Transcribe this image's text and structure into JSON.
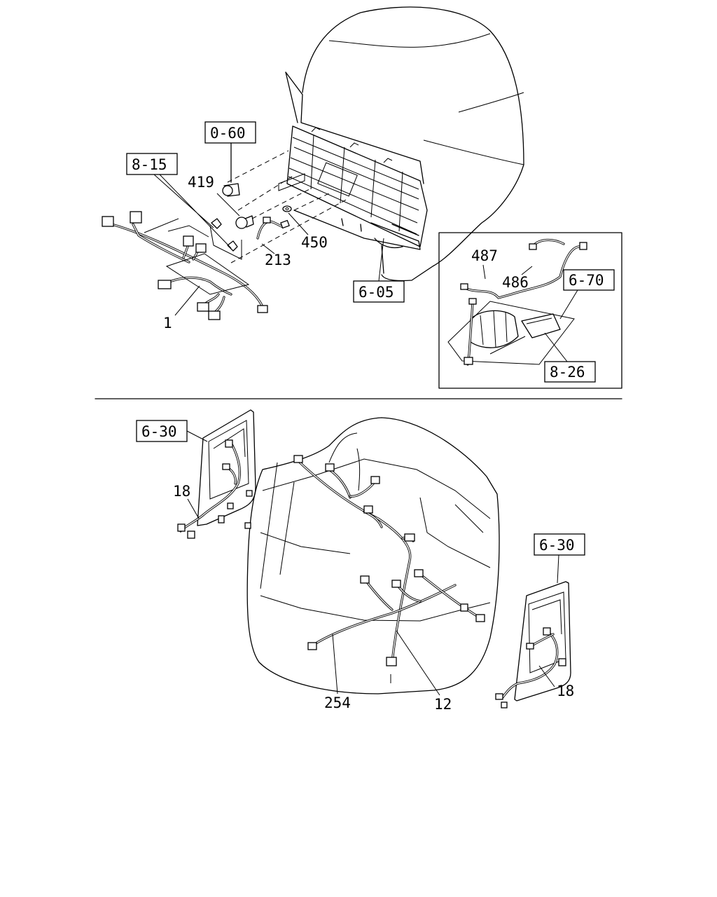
{
  "diagram": {
    "section_refs": [
      {
        "id": "ref-0-60",
        "label": "0-60"
      },
      {
        "id": "ref-8-15",
        "label": "8-15"
      },
      {
        "id": "ref-6-05",
        "label": "6-05"
      },
      {
        "id": "ref-6-70",
        "label": "6-70"
      },
      {
        "id": "ref-8-26",
        "label": "8-26"
      },
      {
        "id": "ref-6-30-left",
        "label": "6-30"
      },
      {
        "id": "ref-6-30-right",
        "label": "6-30"
      }
    ],
    "part_numbers": [
      {
        "id": "part-419",
        "label": "419"
      },
      {
        "id": "part-450",
        "label": "450"
      },
      {
        "id": "part-213",
        "label": "213"
      },
      {
        "id": "part-1",
        "label": "1"
      },
      {
        "id": "part-487",
        "label": "487"
      },
      {
        "id": "part-486",
        "label": "486"
      },
      {
        "id": "part-18-left",
        "label": "18"
      },
      {
        "id": "part-254",
        "label": "254"
      },
      {
        "id": "part-12",
        "label": "12"
      },
      {
        "id": "part-18-right",
        "label": "18"
      }
    ]
  }
}
